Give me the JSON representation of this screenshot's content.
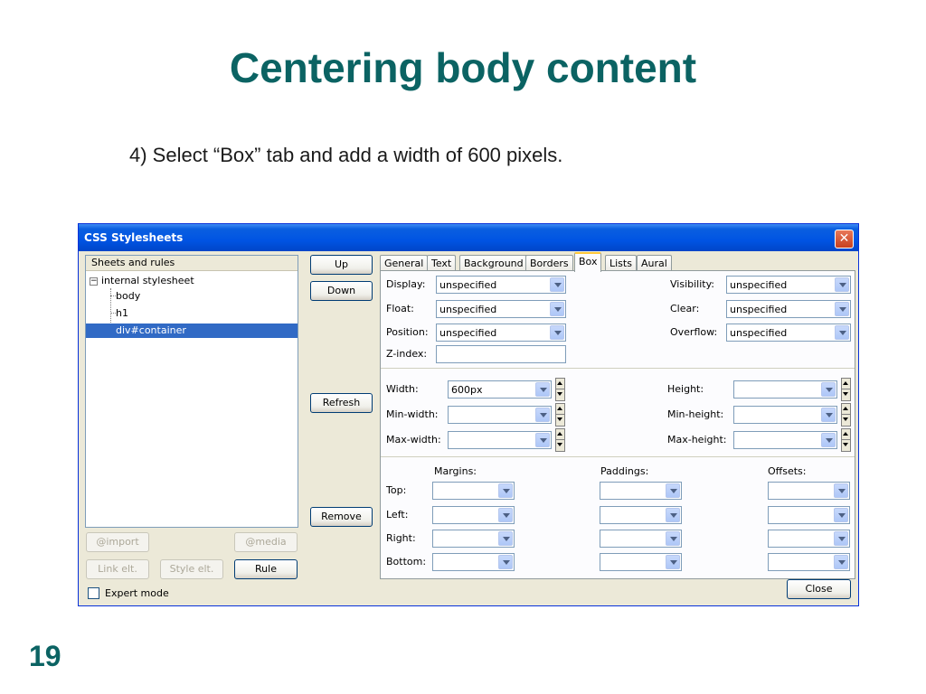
{
  "slide": {
    "title": "Centering body content",
    "instruction": "4) Select “Box” tab and add a width of 600 pixels.",
    "page_number": "19"
  },
  "window": {
    "title": "CSS Stylesheets",
    "close_glyph": "✕"
  },
  "tree": {
    "header": "Sheets and rules",
    "expander_glyph": "−",
    "items": [
      "internal stylesheet",
      "body",
      "h1",
      "div#container"
    ]
  },
  "middle_buttons": {
    "up": "Up",
    "down": "Down",
    "refresh": "Refresh",
    "remove": "Remove"
  },
  "bottom_buttons": {
    "import": "@import",
    "media": "@media",
    "link_elt": "Link elt.",
    "style_elt": "Style elt.",
    "rule": "Rule"
  },
  "expert_mode": {
    "label": "Expert mode",
    "checked": false
  },
  "tabs": [
    "General",
    "Text",
    "Background",
    "Borders",
    "Box",
    "Lists",
    "Aural"
  ],
  "active_tab": "Box",
  "box": {
    "display": {
      "label": "Display:",
      "value": "unspecified"
    },
    "float": {
      "label": "Float:",
      "value": "unspecified"
    },
    "position": {
      "label": "Position:",
      "value": "unspecified"
    },
    "zindex": {
      "label": "Z-index:",
      "value": ""
    },
    "visibility": {
      "label": "Visibility:",
      "value": "unspecified"
    },
    "clear": {
      "label": "Clear:",
      "value": "unspecified"
    },
    "overflow": {
      "label": "Overflow:",
      "value": "unspecified"
    },
    "width": {
      "label": "Width:",
      "value": "600px"
    },
    "min_width": {
      "label": "Min-width:",
      "value": ""
    },
    "max_width": {
      "label": "Max-width:",
      "value": ""
    },
    "height": {
      "label": "Height:",
      "value": ""
    },
    "min_height": {
      "label": "Min-height:",
      "value": ""
    },
    "max_height": {
      "label": "Max-height:",
      "value": ""
    },
    "margins_header": "Margins:",
    "paddings_header": "Paddings:",
    "offsets_header": "Offsets:",
    "side_labels": {
      "top": "Top:",
      "left": "Left:",
      "right": "Right:",
      "bottom": "Bottom:"
    }
  },
  "close_button": "Close",
  "colors": {
    "title_teal": "#0b6363",
    "titlebar_blue": "#0054e3",
    "selection_blue": "#316ac5",
    "tab_highlight": "#ffc83c"
  }
}
